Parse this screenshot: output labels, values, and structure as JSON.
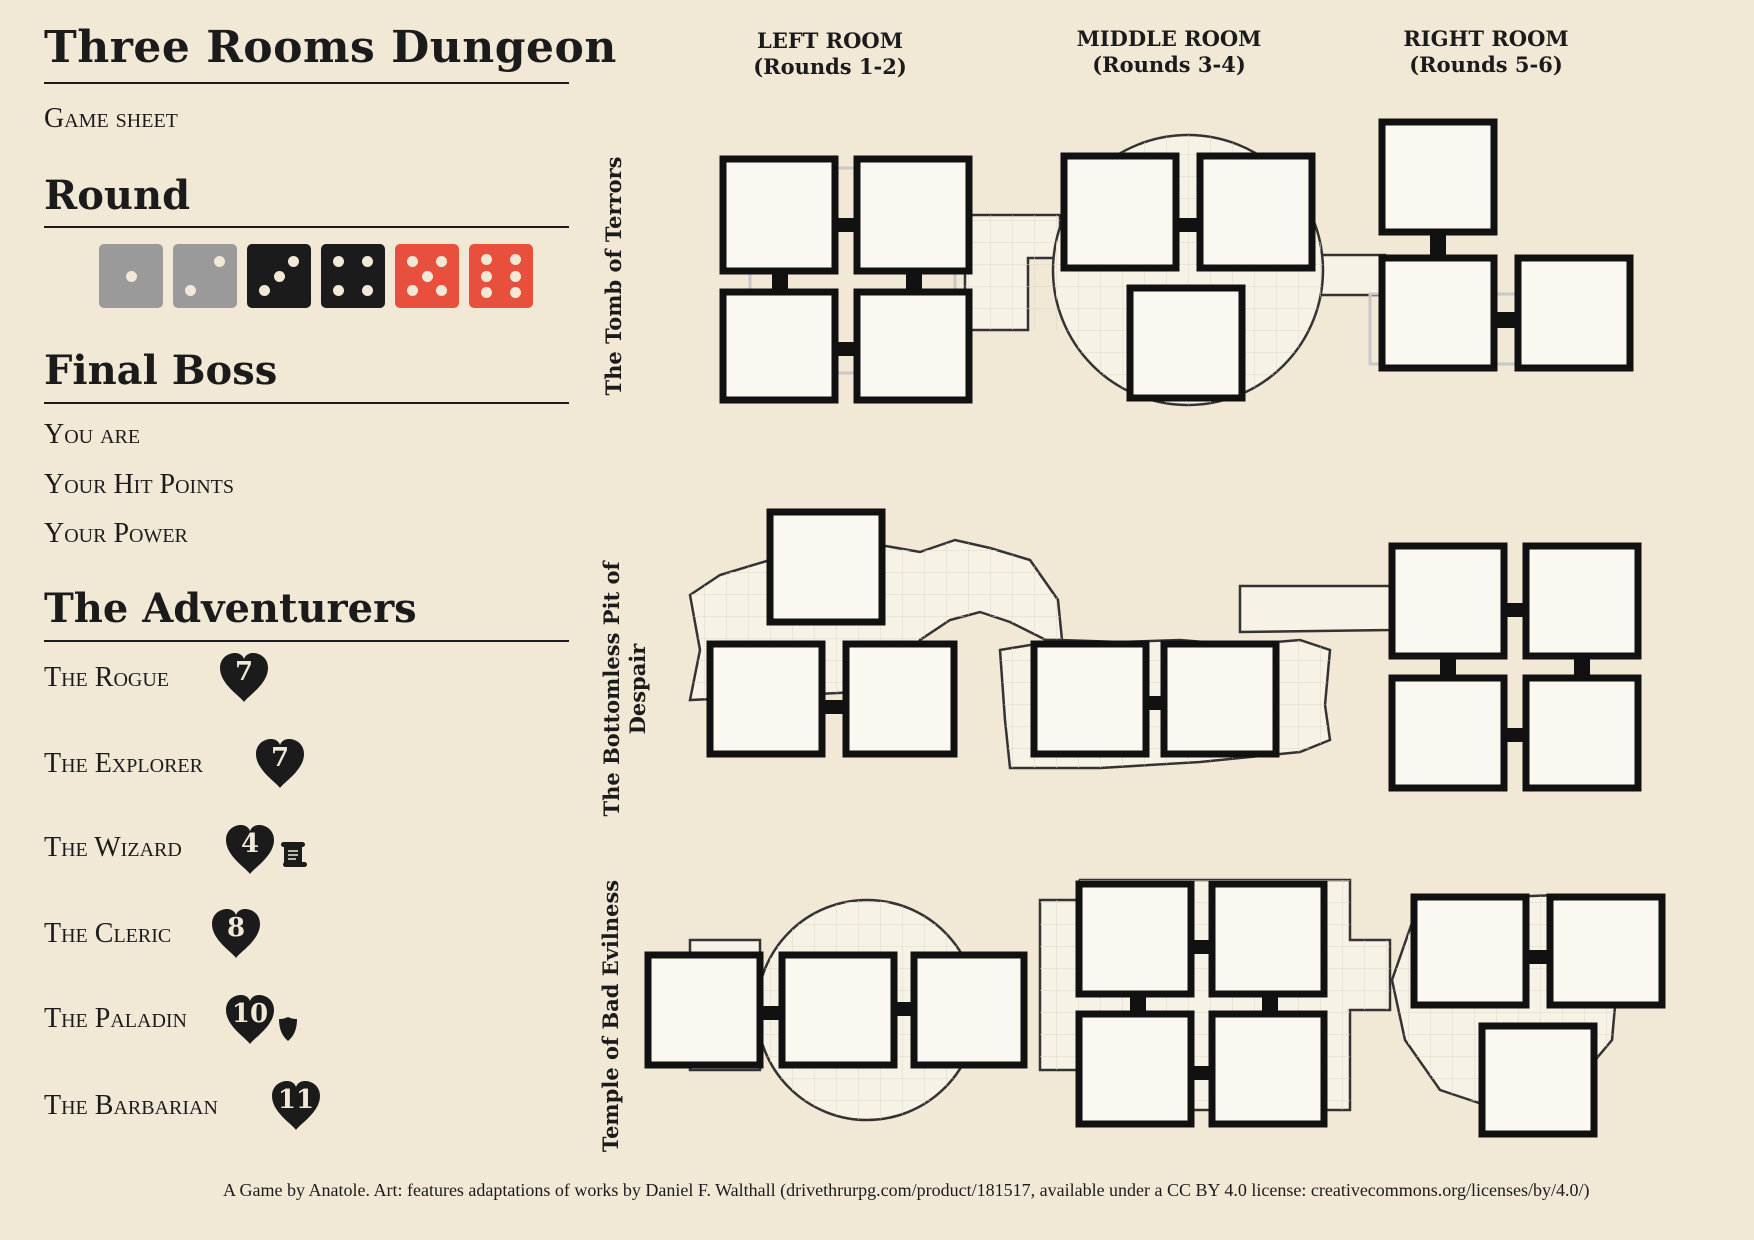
{
  "title": "Three Rooms Dungeon",
  "subtitle": "Game sheet",
  "round": {
    "heading": "Round",
    "dice": [
      {
        "value": 1,
        "color": "#9a9a9a"
      },
      {
        "value": 2,
        "color": "#9a9a9a"
      },
      {
        "value": 3,
        "color": "#1b1b1b"
      },
      {
        "value": 4,
        "color": "#1b1b1b"
      },
      {
        "value": 5,
        "color": "#e8503d"
      },
      {
        "value": 6,
        "color": "#e8503d"
      }
    ]
  },
  "final_boss": {
    "heading": "Final Boss",
    "you_are": "You are",
    "hit_points": "Your Hit Points",
    "power": "Your Power"
  },
  "adventurers": {
    "heading": "The Adventurers",
    "items": [
      {
        "name": "The Rogue",
        "hp": "7",
        "extra_icon": ""
      },
      {
        "name": "The Explorer",
        "hp": "7",
        "extra_icon": ""
      },
      {
        "name": "The Wizard",
        "hp": "4",
        "extra_icon": "scroll-icon"
      },
      {
        "name": "The Cleric",
        "hp": "8",
        "extra_icon": ""
      },
      {
        "name": "The Paladin",
        "hp": "10",
        "extra_icon": "shield-icon"
      },
      {
        "name": "The Barbarian",
        "hp": "11",
        "extra_icon": ""
      }
    ]
  },
  "columns": {
    "left": {
      "name": "LEFT ROOM",
      "rounds": "(Rounds 1-2)"
    },
    "middle": {
      "name": "MIDDLE ROOM",
      "rounds": "(Rounds 3-4)"
    },
    "right": {
      "name": "RIGHT ROOM",
      "rounds": "(Rounds 5-6)"
    }
  },
  "dungeons": [
    {
      "name": "The Tomb of Terrors"
    },
    {
      "name": "The Bottomless Pit of Despair"
    },
    {
      "name": "Temple of Bad Evilness"
    }
  ],
  "footer": "A Game by Anatole. Art: features adaptations of works by Daniel F. Walthall (drivethrurpg.com/product/181517, available under a CC BY 4.0 license: creativecommons.org/licenses/by/4.0/)",
  "colors": {
    "background": "#f1e8d6",
    "ink": "#1b1b1b",
    "floor": "#f7f2e6",
    "accent": "#e8503d"
  }
}
